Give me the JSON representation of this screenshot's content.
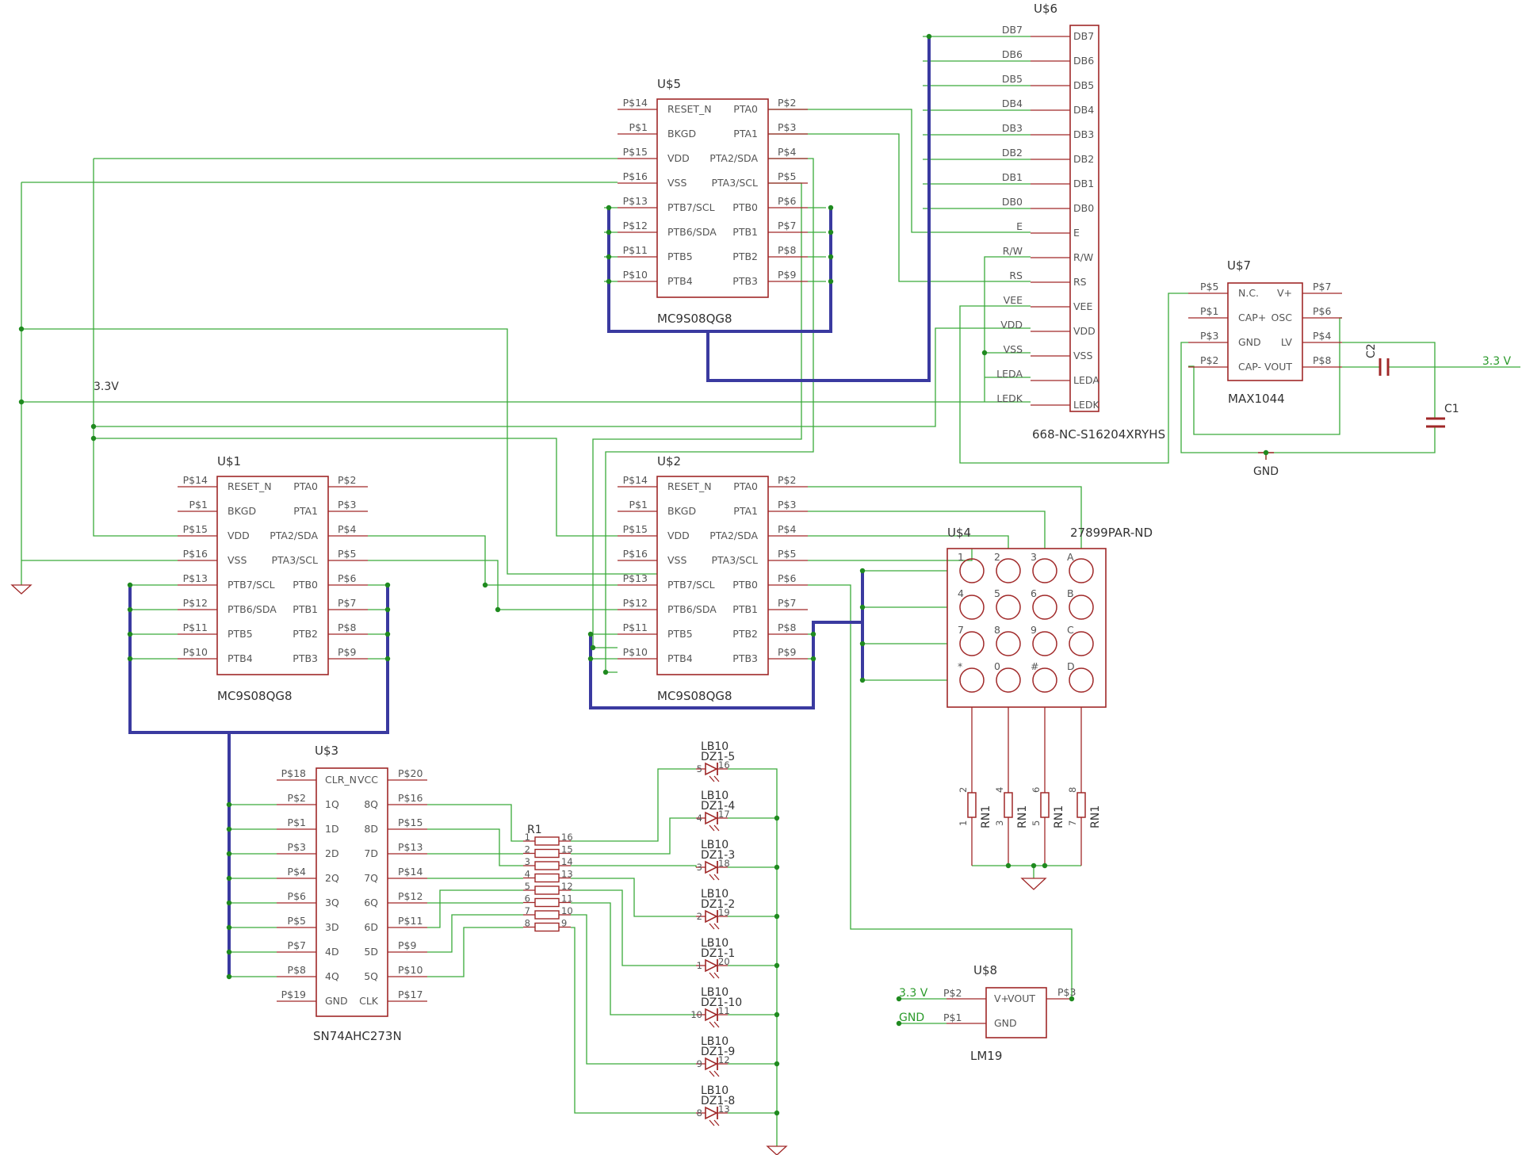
{
  "colors": {
    "wire": "#3aaa3a",
    "bus": "#3a3aa0",
    "part": "#a02828",
    "junction": "#1f8a1f",
    "text": "#333333",
    "pinText": "#555555"
  },
  "net_labels": {
    "v33_main": "3.3V",
    "v33_max": "3.3 V",
    "v33_lm19": "3.3 V",
    "gnd_max": "GND",
    "gnd_lm19": "GND"
  },
  "mcu": {
    "name_u5": "U$5",
    "name_u1": "U$1",
    "name_u2": "U$2",
    "value": "MC9S08QG8",
    "left_pins": [
      "RESET_N",
      "BKGD",
      "VDD",
      "VSS",
      "PTB7/SCL",
      "PTB6/SDA",
      "PTB5",
      "PTB4"
    ],
    "right_pins": [
      "PTA0",
      "PTA1",
      "PTA2/SDA",
      "PTA3/SCL",
      "PTB0",
      "PTB1",
      "PTB2",
      "PTB3"
    ],
    "left_pads": [
      "P$14",
      "P$1",
      "P$15",
      "P$16",
      "P$13",
      "P$12",
      "P$11",
      "P$10"
    ],
    "right_pads": [
      "P$2",
      "P$3",
      "P$4",
      "P$5",
      "P$6",
      "P$7",
      "P$8",
      "P$9"
    ]
  },
  "lcd": {
    "name": "U$6",
    "value": "668-NC-S16204XRYHS",
    "pins": [
      "DB7",
      "DB6",
      "DB5",
      "DB4",
      "DB3",
      "DB2",
      "DB1",
      "DB0",
      "E",
      "R/W",
      "RS",
      "VEE",
      "VDD",
      "VSS",
      "LEDA",
      "LEDK"
    ]
  },
  "max": {
    "name": "U$7",
    "value": "MAX1044",
    "left_pins": [
      "N.C.",
      "CAP+",
      "GND",
      "CAP-"
    ],
    "right_pins": [
      "V+",
      "OSC",
      "LV",
      "VOUT"
    ],
    "left_pads": [
      "P$5",
      "P$1",
      "P$3",
      "P$2"
    ],
    "right_pads": [
      "P$7",
      "P$6",
      "P$4",
      "P$8"
    ],
    "c1": "C1",
    "c2": "C2"
  },
  "keypad": {
    "name": "U$4",
    "value": "27899PAR-ND",
    "keys": [
      "1",
      "2",
      "3",
      "A",
      "4",
      "5",
      "6",
      "B",
      "7",
      "8",
      "9",
      "C",
      "*",
      "0",
      "#",
      "D"
    ]
  },
  "rn": {
    "name": "RN1",
    "top_pads": [
      "2",
      "4",
      "6",
      "8"
    ],
    "bottom_pads": [
      "1",
      "3",
      "5",
      "7"
    ]
  },
  "latch": {
    "name": "U$3",
    "value": "SN74AHC273N",
    "left_pins": [
      "CLR_N",
      "1Q",
      "1D",
      "2D",
      "2Q",
      "3Q",
      "3D",
      "4D",
      "4Q",
      "GND"
    ],
    "right_pins": [
      "VCC",
      "8Q",
      "8D",
      "7D",
      "7Q",
      "6Q",
      "6D",
      "5D",
      "5Q",
      "CLK"
    ],
    "left_pads": [
      "P$18",
      "P$2",
      "P$1",
      "P$3",
      "P$4",
      "P$6",
      "P$5",
      "P$7",
      "P$8",
      "P$19"
    ],
    "right_pads": [
      "P$20",
      "P$16",
      "P$15",
      "P$13",
      "P$14",
      "P$12",
      "P$11",
      "P$9",
      "P$10",
      "P$17"
    ]
  },
  "r1": {
    "name": "R1",
    "left_pads": [
      "1",
      "2",
      "3",
      "4",
      "5",
      "6",
      "7",
      "8"
    ],
    "right_pads": [
      "16",
      "15",
      "14",
      "13",
      "12",
      "11",
      "10",
      "9"
    ]
  },
  "leds": {
    "value": "LB10",
    "items": [
      {
        "name": "DZ1-5",
        "a": "5",
        "k": "16"
      },
      {
        "name": "DZ1-4",
        "a": "4",
        "k": "17"
      },
      {
        "name": "DZ1-3",
        "a": "3",
        "k": "18"
      },
      {
        "name": "DZ1-2",
        "a": "2",
        "k": "19"
      },
      {
        "name": "DZ1-1",
        "a": "1",
        "k": "20"
      },
      {
        "name": "DZ1-10",
        "a": "10",
        "k": "11"
      },
      {
        "name": "DZ1-9",
        "a": "9",
        "k": "12"
      },
      {
        "name": "DZ1-8",
        "a": "8",
        "k": "13"
      }
    ]
  },
  "lm19": {
    "name": "U$8",
    "value": "LM19",
    "left_pins": [
      "V+",
      "GND"
    ],
    "right_pins": [
      "VOUT"
    ],
    "left_pads": [
      "P$2",
      "P$1"
    ],
    "right_pads": [
      "P$3"
    ]
  }
}
